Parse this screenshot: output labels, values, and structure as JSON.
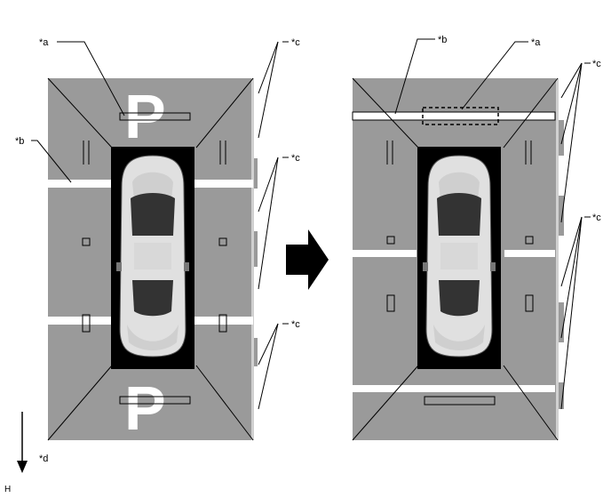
{
  "diagram": {
    "callouts": {
      "a": "*a",
      "b": "*b",
      "c": "*c",
      "d": "*d"
    },
    "parking_marks": {
      "letter": "P"
    },
    "figure_code": "H",
    "colors": {
      "lot": "#9a9a9a",
      "lines": "#ffffff",
      "car_outline": "#000000",
      "car_body": "#e0e0e0",
      "car_glass": "#333333"
    },
    "icons": {
      "transition": "right-arrow-icon",
      "direction": "down-arrow-icon",
      "vehicle": "car-top-view-icon"
    }
  }
}
